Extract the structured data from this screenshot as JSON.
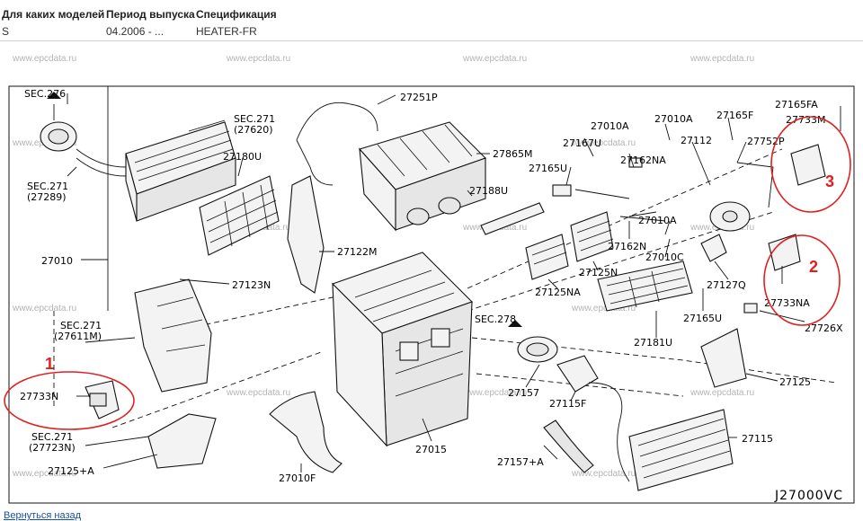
{
  "table": {
    "headers": [
      "Для каких моделей",
      "Период выпуска",
      "Спецификация"
    ],
    "row": [
      "S",
      "04.2006 - ...",
      "HEATER-FR"
    ]
  },
  "diagram": {
    "watermark": "www.epcdata.ru",
    "code": "J27000VC",
    "labels": {
      "sec276": "SEC.276",
      "sec271a": "SEC.271",
      "p27620": "(27620)",
      "sec271b": "SEC.271",
      "p27289": "(27289)",
      "p27180U": "27180U",
      "p27010": "27010",
      "p27251P": "27251P",
      "p27865M": "27865M",
      "p27188U": "27188U",
      "p27122M": "27122M",
      "p27123N": "27123N",
      "sec271c": "SEC.271",
      "p27611M": "(27611M)",
      "p27733N": "27733N",
      "sec271d": "SEC.271",
      "p27723N": "(27723N)",
      "p27125A": "27125+A",
      "p27010F": "27010F",
      "p27015": "27015",
      "sec278": "SEC.278",
      "p27157": "27157",
      "p27115F": "27115F",
      "p27157A": "27157+A",
      "p27115": "27115",
      "p27125": "27125",
      "p27181U": "27181U",
      "p27125NA": "27125NA",
      "p27125N": "27125N",
      "p27162N": "27162N",
      "p27010C": "27010C",
      "p27165U_a": "27165U",
      "p27167U": "27167U",
      "p27010A_a": "27010A",
      "p27162NA": "27162NA",
      "p27010A_b": "27010A",
      "p27112": "27112",
      "p27010A_c": "27010A",
      "p27165F": "27165F",
      "p27752P": "27752P",
      "p27165FA": "27165FA",
      "p27733M": "27733M",
      "p27127Q": "27127Q",
      "p27165U_b": "27165U",
      "p27733NA": "27733NA",
      "p27726X": "27726X"
    },
    "markers": [
      "1",
      "2",
      "3"
    ]
  },
  "footer": {
    "back_link": "Вернуться назад"
  }
}
